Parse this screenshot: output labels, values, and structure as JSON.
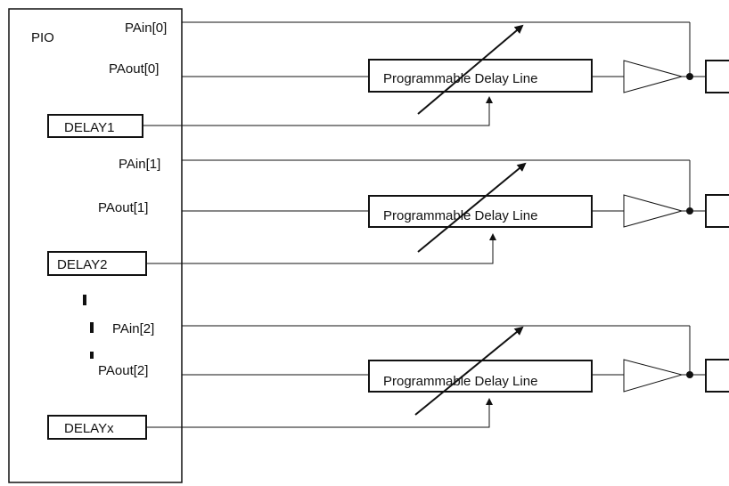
{
  "pio": {
    "title": "PIO"
  },
  "channels": [
    {
      "pain": "PAin[0]",
      "paout": "PAout[0]",
      "delay_reg": "DELAY1",
      "delay_line": "Programmable Delay Line"
    },
    {
      "pain": "PAin[1]",
      "paout": "PAout[1]",
      "delay_reg": "DELAY2",
      "delay_line": "Programmable Delay Line"
    },
    {
      "pain": "PAin[2]",
      "paout": "PAout[2]",
      "delay_reg": "DELAYx",
      "delay_line": "Programmable Delay Line"
    }
  ]
}
